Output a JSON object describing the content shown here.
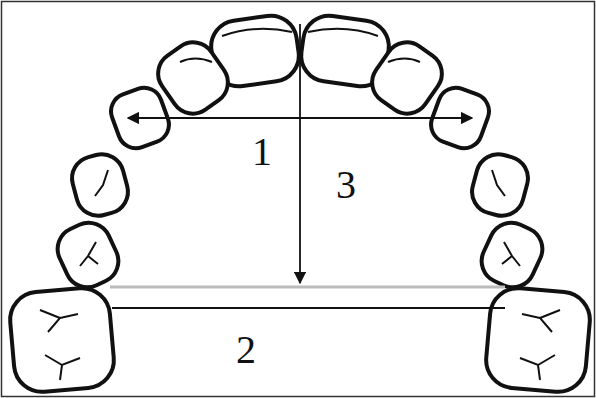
{
  "diagram": {
    "labels": [
      "1",
      "3",
      "2"
    ]
  }
}
